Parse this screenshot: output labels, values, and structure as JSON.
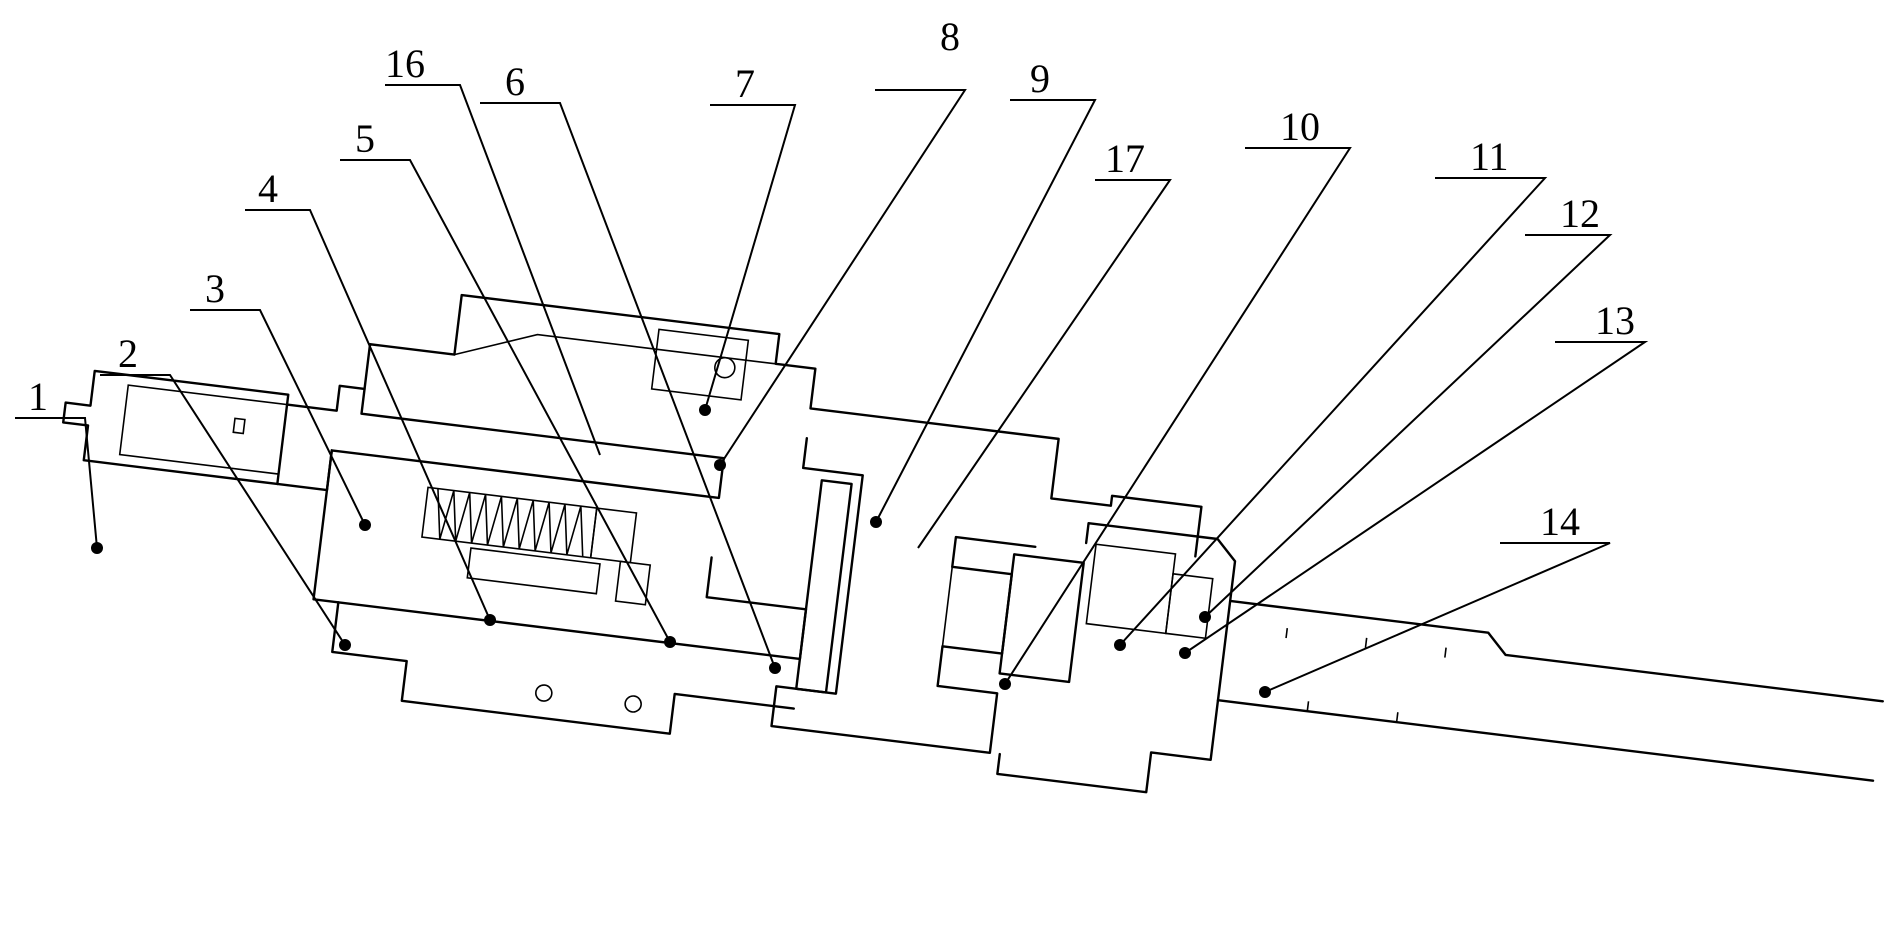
{
  "figure": {
    "reference_numerals": [
      {
        "id": "1",
        "text": "1"
      },
      {
        "id": "2",
        "text": "2"
      },
      {
        "id": "3",
        "text": "3"
      },
      {
        "id": "4",
        "text": "4"
      },
      {
        "id": "5",
        "text": "5"
      },
      {
        "id": "16",
        "text": "16"
      },
      {
        "id": "6",
        "text": "6"
      },
      {
        "id": "7",
        "text": "7"
      },
      {
        "id": "8",
        "text": "8"
      },
      {
        "id": "9",
        "text": "9"
      },
      {
        "id": "17",
        "text": "17"
      },
      {
        "id": "10",
        "text": "10"
      },
      {
        "id": "11",
        "text": "11"
      },
      {
        "id": "12",
        "text": "12"
      },
      {
        "id": "13",
        "text": "13"
      },
      {
        "id": "14",
        "text": "14"
      }
    ]
  }
}
